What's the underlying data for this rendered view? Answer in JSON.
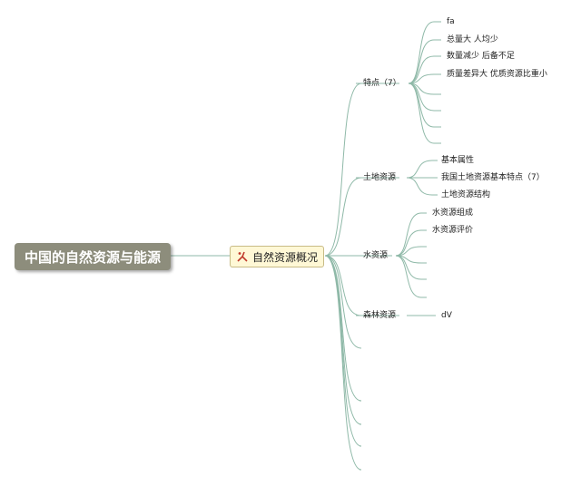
{
  "root": {
    "label": "中国的自然资源与能源"
  },
  "central": {
    "label": "自然资源概况",
    "icon": "mindmap-icon",
    "accent": "#c0392b"
  },
  "branches": [
    {
      "label": "特点（7）",
      "children": [
        "fa",
        "总量大 人均少",
        "数量减少 后备不足",
        "质量差异大 优质资源比重小",
        "",
        "",
        "",
        ""
      ]
    },
    {
      "label": "土地资源",
      "children": [
        "基本属性",
        "我国土地资源基本特点（7）",
        "土地资源结构"
      ]
    },
    {
      "label": "水资源",
      "children": [
        "水资源组成",
        "水资源评价",
        "",
        "",
        "",
        ""
      ]
    },
    {
      "label": "森林资源",
      "children": [
        "dV"
      ]
    },
    {
      "label": "",
      "children": []
    },
    {
      "label": "",
      "children": []
    },
    {
      "label": "",
      "children": []
    },
    {
      "label": "",
      "children": []
    },
    {
      "label": "",
      "children": []
    }
  ],
  "colors": {
    "line": "#8fb9a8",
    "rootFill": "#8d8d7c",
    "centralFill": "#fff8d6"
  }
}
